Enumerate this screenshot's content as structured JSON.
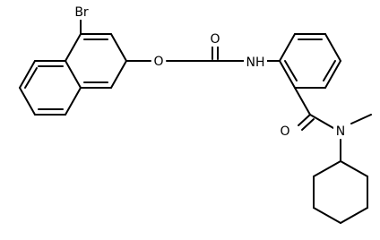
{
  "atoms": {
    "br": "Br",
    "o_ether": "O",
    "o_amide1": "O",
    "nh": "NH",
    "o_amide2": "O",
    "n_amide2": "N"
  },
  "colors": {
    "bond": "#000000",
    "label": "#000000",
    "background": "#ffffff"
  }
}
